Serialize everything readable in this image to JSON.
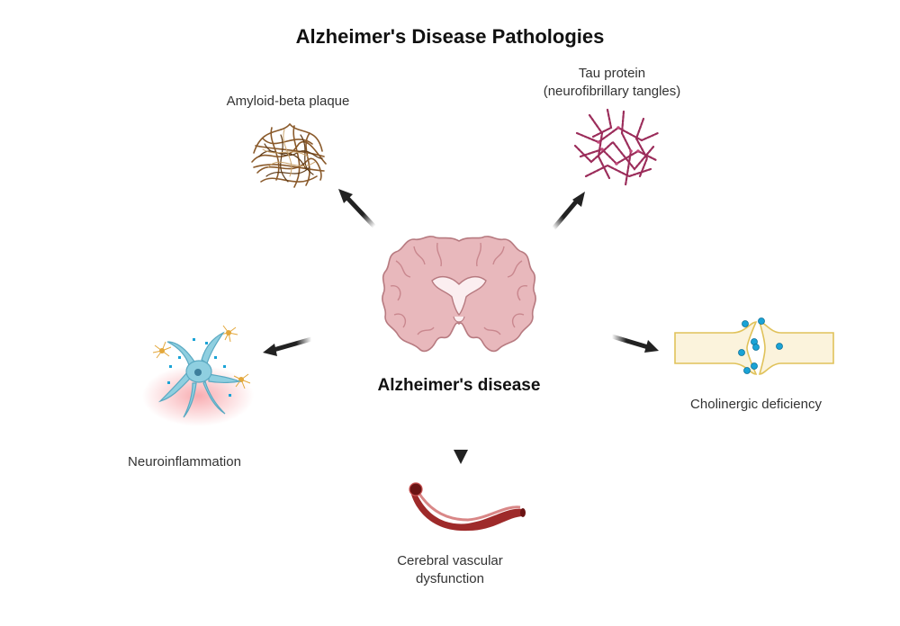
{
  "title": "Alzheimer's Disease Pathologies",
  "center": {
    "label": "Alzheimer's disease"
  },
  "pathologies": [
    {
      "label": "Amyloid-beta plaque",
      "icon": "amyloid-plaque-icon"
    },
    {
      "label_line1": "Tau protein",
      "label_line2": "(neurofibrillary tangles)",
      "icon": "tau-tangles-icon"
    },
    {
      "label": "Neuroinflammation",
      "icon": "glial-cell-icon"
    },
    {
      "label": "Cholinergic deficiency",
      "icon": "synapse-icon"
    },
    {
      "label_line1": "Cerebral vascular",
      "label_line2": "dysfunction",
      "icon": "blood-vessel-icon"
    }
  ],
  "colors": {
    "arrow": "#222222",
    "brain": "#e8b8bc",
    "brain_outline": "#b77a80",
    "amyloid": "#8a5a2b",
    "tau": "#9b2c5a",
    "glia": "#8fcfe0",
    "synapse_fill": "#fbf3dc",
    "synapse_outline": "#e0c25a",
    "vesicle": "#1aa3d6",
    "vessel": "#9e2a2a"
  }
}
